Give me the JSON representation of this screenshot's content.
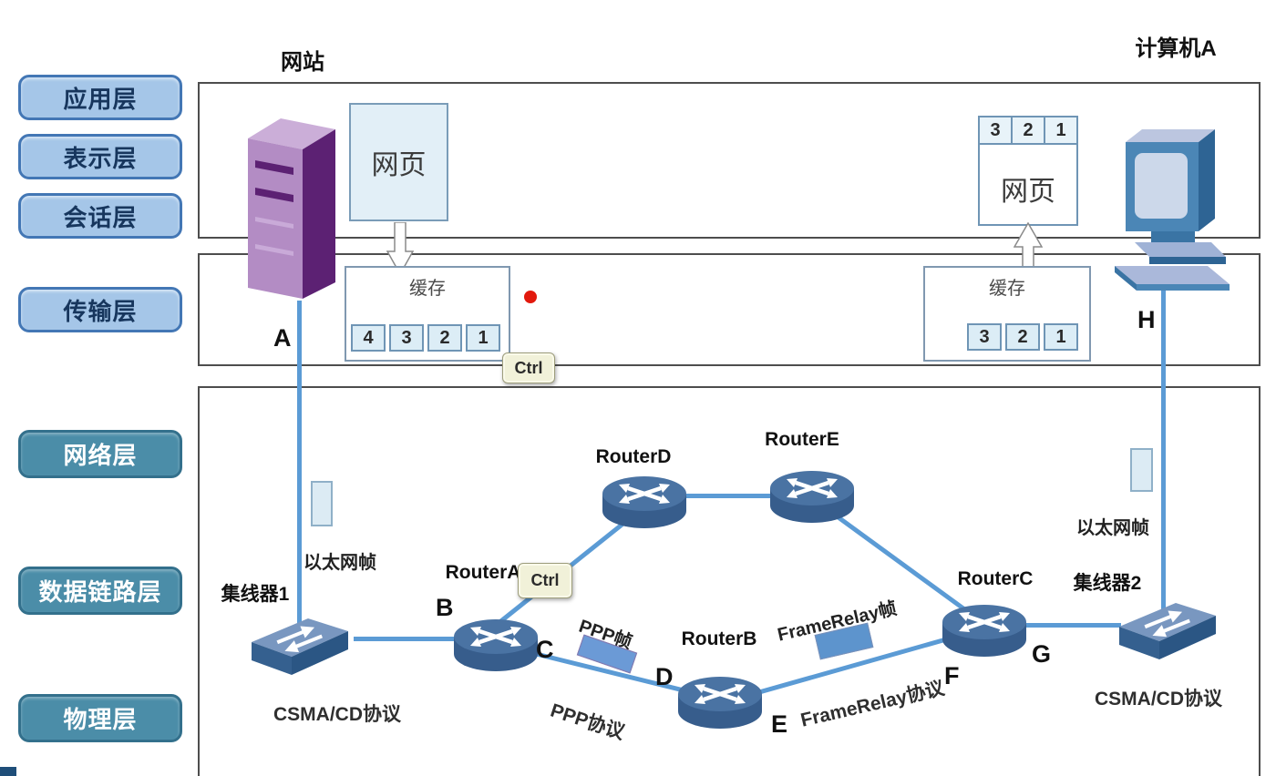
{
  "titles": {
    "website": "网站",
    "computer": "计算机A"
  },
  "layers": {
    "application": "应用层",
    "presentation": "表示层",
    "session": "会话层",
    "transport": "传输层",
    "network": "网络层",
    "datalink": "数据链路层",
    "physical": "物理层"
  },
  "website_host": {
    "webpage": "网页",
    "buffer": "缓存",
    "segments": [
      "4",
      "3",
      "2",
      "1"
    ],
    "port": "A"
  },
  "computer_host": {
    "webpage": "网页",
    "webpage_segments": [
      "3",
      "2",
      "1"
    ],
    "buffer": "缓存",
    "buffer_segments": [
      "3",
      "2",
      "1"
    ],
    "port": "H"
  },
  "tooltips": {
    "ctrl": "Ctrl"
  },
  "devices": {
    "hub1": "集线器1",
    "hub2": "集线器2",
    "routerA": "RouterA",
    "routerB": "RouterB",
    "routerC": "RouterC",
    "routerD": "RouterD",
    "routerE": "RouterE"
  },
  "ports": {
    "b": "B",
    "c": "C",
    "d": "D",
    "e": "E",
    "f": "F",
    "g": "G"
  },
  "labels": {
    "ethernet_frame_left": "以太网帧",
    "ethernet_frame_right": "以太网帧",
    "ppp_frame": "PPP帧",
    "framerelay_frame": "FrameRelay帧",
    "csmacd_left": "CSMA/CD协议",
    "csmacd_right": "CSMA/CD协议",
    "ppp_protocol": "PPP协议",
    "framerelay_protocol": "FrameRelay协议"
  },
  "colors": {
    "link_line": "#5b9bd5",
    "upper_pill_bg": "#a5c6e8",
    "upper_pill_border": "#4377b5",
    "lower_pill_bg": "#4b8da8",
    "router_body": "#3a6191",
    "server_purple": "#5c2173",
    "red_dot": "#e2190d",
    "tooltip_bg": "#f1f1d9"
  }
}
